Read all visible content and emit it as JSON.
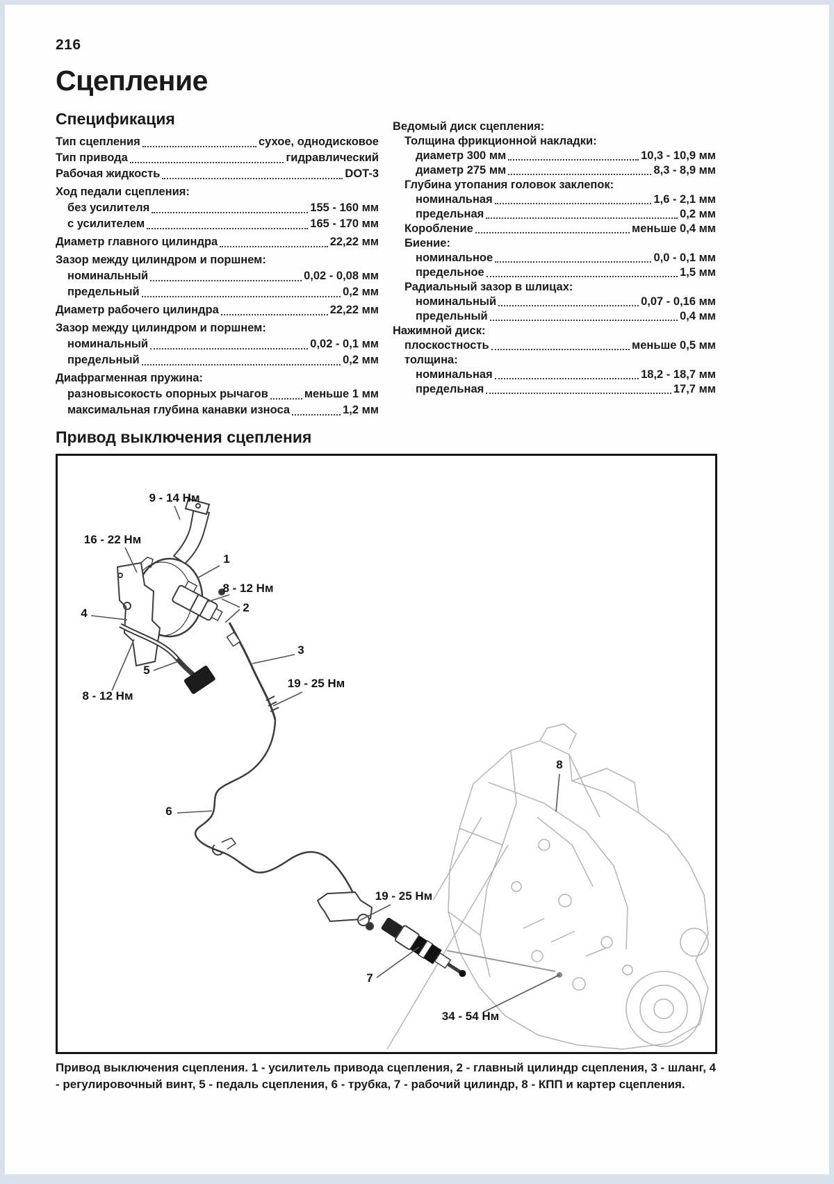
{
  "page": {
    "number": "216",
    "title": "Сцепление"
  },
  "spec": {
    "heading": "Спецификация",
    "left_column": [
      {
        "label": "Тип сцепления",
        "value": "сухое, однодисковое",
        "indent": 0
      },
      {
        "label": "Тип привода",
        "value": "гидравлический",
        "indent": 0
      },
      {
        "label": "Рабочая жидкость",
        "value": "DOT-3",
        "indent": 0
      },
      {
        "label": "Ход педали сцепления:",
        "indent": 0,
        "gap": true
      },
      {
        "label": "без усилителя",
        "value": "155 - 160 мм",
        "indent": 1
      },
      {
        "label": "с усилителем",
        "value": "165 - 170 мм",
        "indent": 1
      },
      {
        "label": "Диаметр главного цилиндра",
        "value": "22,22 мм",
        "indent": 0,
        "gap": true
      },
      {
        "label": "Зазор между цилиндром и поршнем:",
        "indent": 0,
        "gap": true
      },
      {
        "label": "номинальный",
        "value": "0,02 - 0,08 мм",
        "indent": 1
      },
      {
        "label": "предельный",
        "value": "0,2 мм",
        "indent": 1
      },
      {
        "label": "Диаметр рабочего цилиндра",
        "value": "22,22 мм",
        "indent": 0,
        "gap": true
      },
      {
        "label": "Зазор между цилиндром и поршнем:",
        "indent": 0,
        "gap": true
      },
      {
        "label": "номинальный",
        "value": "0,02 - 0,1 мм",
        "indent": 1
      },
      {
        "label": "предельный",
        "value": "0,2 мм",
        "indent": 1
      },
      {
        "label": "Диафрагменная пружина:",
        "indent": 0,
        "gap": true
      },
      {
        "label": "разновысокость опорных рычагов",
        "value": "меньше 1 мм",
        "indent": 1
      },
      {
        "label": "максимальная глубина канавки износа",
        "value": "1,2 мм",
        "indent": 1
      }
    ],
    "right_column": [
      {
        "label": "Ведомый диск сцепления:",
        "indent": 0
      },
      {
        "label": "Толщина фрикционной накладки:",
        "indent": 1
      },
      {
        "label": "диаметр 300 мм",
        "value": "10,3 - 10,9 мм",
        "indent": 2
      },
      {
        "label": "диаметр 275 мм",
        "value": "8,3 - 8,9 мм",
        "indent": 2
      },
      {
        "label": "Глубина утопания головок заклепок:",
        "indent": 1
      },
      {
        "label": "номинальная",
        "value": "1,6 - 2,1 мм",
        "indent": 2
      },
      {
        "label": "предельная",
        "value": "0,2 мм",
        "indent": 2
      },
      {
        "label": "Коробление",
        "value": "меньше 0,4 мм",
        "indent": 1
      },
      {
        "label": "Биение:",
        "indent": 1
      },
      {
        "label": "номинальное",
        "value": "0,0 - 0,1 мм",
        "indent": 2
      },
      {
        "label": "предельное",
        "value": "1,5 мм",
        "indent": 2
      },
      {
        "label": "Радиальный зазор в шлицах:",
        "indent": 1
      },
      {
        "label": "номинальный",
        "value": "0,07 - 0,16 мм",
        "indent": 2
      },
      {
        "label": "предельный",
        "value": "0,4 мм",
        "indent": 2
      },
      {
        "label": "Нажимной диск:",
        "indent": 0
      },
      {
        "label": "плоскостность",
        "value": "меньше 0,5 мм",
        "indent": 1
      },
      {
        "label": "толщина:",
        "indent": 1
      },
      {
        "label": "номинальная",
        "value": "18,2 - 18,7 мм",
        "indent": 2
      },
      {
        "label": "предельная",
        "value": "17,7 мм",
        "indent": 2
      }
    ]
  },
  "diagram": {
    "heading": "Привод выключения сцепления",
    "torques": {
      "t1": "9 - 14 Нм",
      "t2": "16 - 22 Нм",
      "t3": "8 - 12 Нм",
      "t4": "8 - 12 Нм",
      "t5": "19 - 25 Нм",
      "t6": "19 - 25 Нм",
      "t7": "34 - 54 Нм"
    },
    "parts": {
      "p1": "1",
      "p2": "2",
      "p3": "3",
      "p4": "4",
      "p5": "5",
      "p6": "6",
      "p7": "7",
      "p8": "8"
    },
    "caption": "Привод выключения сцепления. 1 - усилитель привода сцепления, 2 - главный цилиндр сцепления, 3 - шланг, 4 - регулировочный винт, 5 - педаль сцепления, 6 - трубка, 7 - рабочий цилиндр, 8 - КПП и картер сцепления."
  }
}
